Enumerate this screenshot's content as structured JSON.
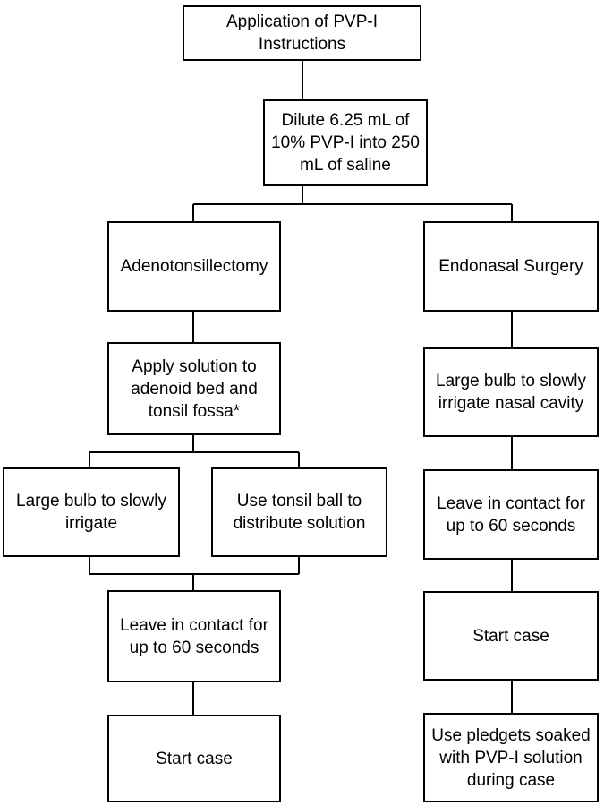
{
  "flowchart": {
    "title": "Application of PVP-I Instructions",
    "dilution": "Dilute 6.25 mL of\n10% PVP-I into 250\nmL of saline",
    "left_branch": {
      "procedure": "Adenotonsillectomy",
      "apply": "Apply solution to\nadenoid bed and\ntonsil fossa*",
      "option_bulb": "Large bulb to slowly\nirrigate",
      "option_tonsil_ball": "Use tonsil ball to\ndistribute solution",
      "contact": "Leave in contact for\nup to 60 seconds",
      "start": "Start case"
    },
    "right_branch": {
      "procedure": "Endonasal Surgery",
      "irrigate": "Large bulb to slowly\nirrigate nasal cavity",
      "contact": "Leave in contact for\nup to 60 seconds",
      "start": "Start case",
      "pledgets": "Use pledgets soaked\nwith PVP-I solution\nduring case"
    }
  }
}
